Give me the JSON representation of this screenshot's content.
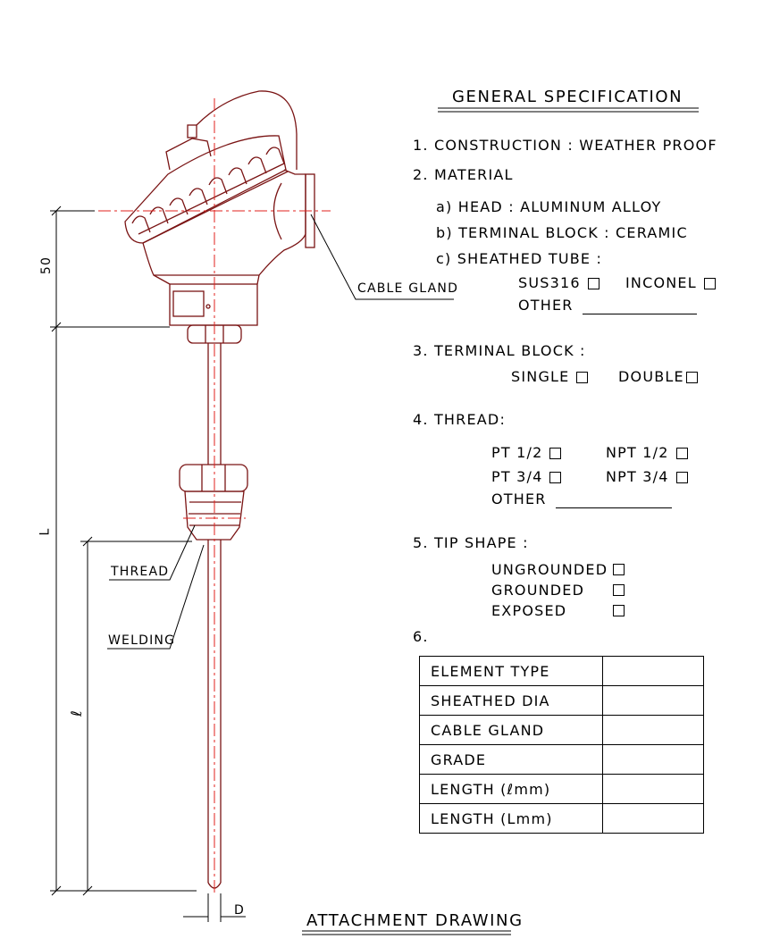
{
  "spec": {
    "title": "GENERAL SPECIFICATION",
    "item1": "1. CONSTRUCTION : WEATHER PROOF",
    "item2": "2. MATERIAL",
    "head": "a) HEAD : ALUMINUM ALLOY",
    "terminal": "b) TERMINAL BLOCK : CERAMIC",
    "sheathed": "c) SHEATHED TUBE :",
    "sus316": "SUS316",
    "inconel": "INCONEL",
    "other": "OTHER",
    "item3": "3. TERMINAL BLOCK :",
    "single": "SINGLE",
    "double": "DOUBLE",
    "item4": "4. THREAD:",
    "pt12": "PT 1/2",
    "npt12": "NPT 1/2",
    "pt34": "PT 3/4",
    "npt34": "NPT 3/4",
    "other2": "OTHER",
    "item5": "5. TIP SHAPE :",
    "ungrounded": "UNGROUNDED",
    "grounded": "GROUNDED",
    "exposed": "EXPOSED",
    "item6": "6."
  },
  "table": {
    "rows": [
      "ELEMENT TYPE",
      "SHEATHED DIA",
      "CABLE GLAND",
      "GRADE",
      "LENGTH (ℓmm)",
      "LENGTH (Lmm)"
    ]
  },
  "drawing": {
    "label_cable_gland": "CABLE GLAND",
    "label_thread": "THREAD",
    "label_welding": "WELDING",
    "dim_50": "50",
    "dim_L": "L",
    "dim_l": "ℓ",
    "dim_D": "D",
    "caption": "ATTACHMENT DRAWING"
  },
  "colors": {
    "line": "#000000",
    "part": "#7a1414",
    "centerline": "#e0201c"
  }
}
